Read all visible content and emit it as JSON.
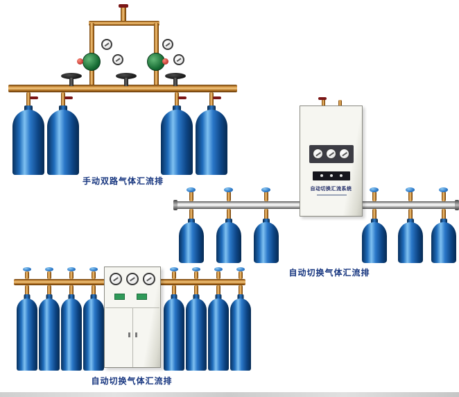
{
  "page": {
    "background_color": "#ffffff",
    "footer_strip_color": "#d8d8d8"
  },
  "products": [
    {
      "name": "manual-dual-gas-manifold",
      "label": "手动双路气体汇流排",
      "cylinder_count": 4,
      "gauge_count": 4,
      "valve_handwheel_count": 3
    },
    {
      "name": "auto-switching-gas-manifold-with-cabinet",
      "label": "自动切换气体汇流排",
      "cylinder_count": 6,
      "cabinet_title": "自动切换汇流系统",
      "cabinet_gauge_count": 3
    },
    {
      "name": "auto-switching-gas-manifold-eight-cylinder",
      "label": "自动切换气体汇流排",
      "cylinder_count": 8,
      "cabinet_gauge_count": 3
    }
  ],
  "colors": {
    "cylinder_blue": "#1565c0",
    "brass_pipe": "#d08a30",
    "steel_pipe": "#cccccc",
    "label_navy": "#16357f"
  }
}
